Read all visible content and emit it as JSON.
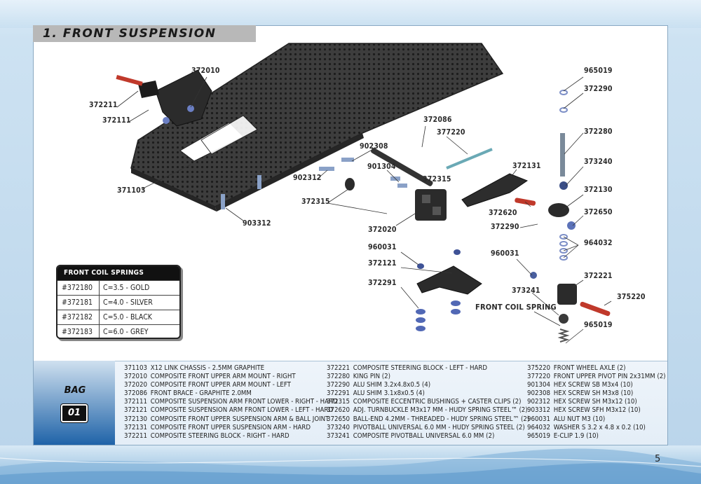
{
  "section_title": "1.  FRONT SUSPENSION",
  "callouts": {
    "c372010": "372010",
    "c372211": "372211",
    "c372111": "372111",
    "c371103": "371103",
    "c903312": "903312",
    "c902308": "902308",
    "c901304": "901304",
    "c902312": "902312",
    "c372315a": "372315",
    "c372315b": "372315",
    "c372020": "372020",
    "c372086": "372086",
    "c377220": "377220",
    "c372131": "372131",
    "c372620": "372620",
    "c372290a": "372290",
    "c960031a": "960031",
    "c372121": "372121",
    "c372291": "372291",
    "c960031b": "960031",
    "c373241": "373241",
    "front_coil_spring": "FRONT COIL SPRING",
    "c965019a": "965019",
    "c372290b": "372290",
    "c372280": "372280",
    "c373240": "373240",
    "c372130": "372130",
    "c372650": "372650",
    "c964032": "964032",
    "c372221": "372221",
    "c375220": "375220",
    "c965019b": "965019"
  },
  "spring_table": {
    "title": "FRONT COIL SPRINGS",
    "rows": [
      {
        "part": "#372180",
        "rate": "C=3.5 - GOLD"
      },
      {
        "part": "#372181",
        "rate": "C=4.0 - SILVER"
      },
      {
        "part": "#372182",
        "rate": "C=5.0 - BLACK"
      },
      {
        "part": "#372183",
        "rate": "C=6.0 - GREY"
      }
    ]
  },
  "bag": {
    "label": "BAG",
    "number": "01"
  },
  "parts_list": {
    "col1": [
      {
        "pn": "371103",
        "desc": "X12 LINK CHASSIS - 2.5MM GRAPHITE"
      },
      {
        "pn": "372010",
        "desc": "COMPOSITE FRONT UPPER ARM MOUNT - RIGHT"
      },
      {
        "pn": "372020",
        "desc": "COMPOSITE FRONT UPPER ARM MOUNT - LEFT"
      },
      {
        "pn": "372086",
        "desc": "FRONT BRACE - GRAPHITE 2.0MM"
      },
      {
        "pn": "372111",
        "desc": "COMPOSITE SUSPENSION ARM FRONT LOWER - RIGHT - HARD"
      },
      {
        "pn": "372121",
        "desc": "COMPOSITE SUSPENSION ARM FRONT LOWER - LEFT - HARD"
      },
      {
        "pn": "372130",
        "desc": "COMPOSITE FRONT UPPER SUSPENSION ARM & BALL JOINT"
      },
      {
        "pn": "372131",
        "desc": "COMPOSITE FRONT UPPER SUSPENSION ARM - HARD"
      },
      {
        "pn": "372211",
        "desc": "COMPOSITE STEERING BLOCK - RIGHT - HARD"
      }
    ],
    "col2": [
      {
        "pn": "372221",
        "desc": "COMPOSITE STEERING BLOCK - LEFT - HARD"
      },
      {
        "pn": "372280",
        "desc": "KING PIN (2)"
      },
      {
        "pn": "372290",
        "desc": "ALU SHIM 3.2x4.8x0.5 (4)"
      },
      {
        "pn": "372291",
        "desc": "ALU SHIM 3.1x8x0.5 (4)"
      },
      {
        "pn": "372315",
        "desc": "COMPOSITE ECCENTRIC BUSHINGS + CASTER CLIPS (2)"
      },
      {
        "pn": "372620",
        "desc": "ADJ. TURNBUCKLE M3x17 MM - HUDY SPRING STEEL™ (2)"
      },
      {
        "pn": "372650",
        "desc": "BALL-END 4.2MM - THREADED - HUDY SPRING STEEL™ (2)"
      },
      {
        "pn": "373240",
        "desc": "PIVOTBALL UNIVERSAL 6.0 MM - HUDY SPRING STEEL (2)"
      },
      {
        "pn": "373241",
        "desc": "COMPOSITE PIVOTBALL UNIVERSAL 6.0 MM (2)"
      }
    ],
    "col3": [
      {
        "pn": "375220",
        "desc": "FRONT WHEEL AXLE  (2)"
      },
      {
        "pn": "377220",
        "desc": "FRONT UPPER PIVOT PIN 2x31MM (2)"
      },
      {
        "pn": "901304",
        "desc": "HEX SCREW SB M3x4  (10)"
      },
      {
        "pn": "902308",
        "desc": "HEX SCREW SH M3x8  (10)"
      },
      {
        "pn": "902312",
        "desc": "HEX SCREW SH M3x12  (10)"
      },
      {
        "pn": "903312",
        "desc": "HEX SCREW SFH M3x12  (10)"
      },
      {
        "pn": "960031",
        "desc": "ALU NUT M3  (10)"
      },
      {
        "pn": "964032",
        "desc": "WASHER S 3.2 x 4.8 x 0.2  (10)"
      },
      {
        "pn": "965019",
        "desc": "E-CLIP 1.9  (10)"
      }
    ]
  },
  "page_number": "5",
  "colors": {
    "chassis": "#3a3a3a",
    "part_dark": "#2b2b2b",
    "accent_red": "#c0392b",
    "accent_blue": "#3b5fb0",
    "bag_gradient_bottom": "#1f63a8"
  }
}
